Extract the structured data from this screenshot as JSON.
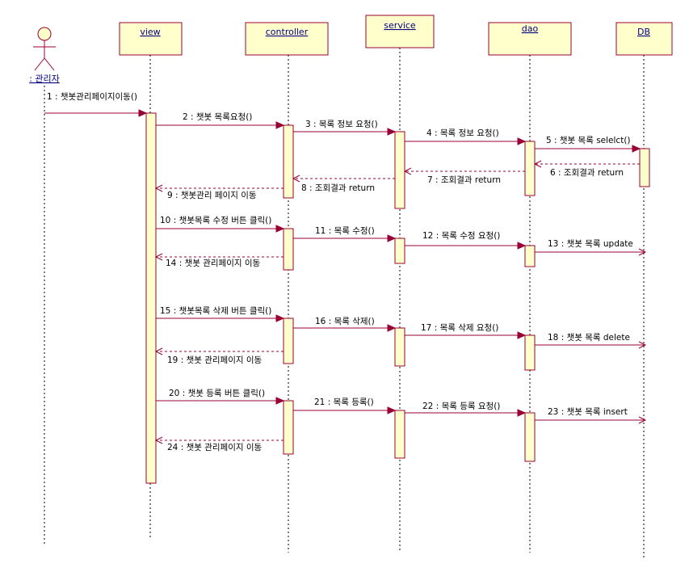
{
  "diagram": {
    "actor": {
      "name": ": 관리자"
    },
    "participants": [
      {
        "id": "view",
        "name": "view"
      },
      {
        "id": "controller",
        "name": "controller"
      },
      {
        "id": "service",
        "name": "service"
      },
      {
        "id": "dao",
        "name": "dao"
      },
      {
        "id": "db",
        "name": "DB"
      }
    ],
    "messages": [
      {
        "label": "1 : 챗봇관리페이지이동()"
      },
      {
        "label": "2 : 챗봇 목록요청()"
      },
      {
        "label": "3 : 목록 정보 요청()"
      },
      {
        "label": "4 : 목록 정보 요청()"
      },
      {
        "label": "5 : 챗봇 목록 selelct()"
      },
      {
        "label": "6 : 조회결과 return"
      },
      {
        "label": "7 : 조회결과 return"
      },
      {
        "label": "8 : 조회결과 return"
      },
      {
        "label": "9 : 챗봇관리 페이지 이동"
      },
      {
        "label": "10 : 챗봇목록 수정 버튼 클릭()"
      },
      {
        "label": "11 : 목록 수정()"
      },
      {
        "label": "12 : 목록 수정 요청()"
      },
      {
        "label": "13 : 챗봇 목록 update"
      },
      {
        "label": "14 : 챗봇 관리페이지 이동"
      },
      {
        "label": "15 : 챗봇목록 삭제 버튼 클릭()"
      },
      {
        "label": "16 : 목록 삭제()"
      },
      {
        "label": "17 : 목록 삭제 요청()"
      },
      {
        "label": "18 : 챗봇 목록 delete"
      },
      {
        "label": "19 : 챗봇 관리페이지 이동"
      },
      {
        "label": "20 : 챗봇 등록 버튼 클릭()"
      },
      {
        "label": "21 : 목록 등록()"
      },
      {
        "label": "22 : 목록 등록 요청()"
      },
      {
        "label": "23 : 챗봇 목록 insert"
      },
      {
        "label": "24 : 챗봇 관리페이지 이동"
      }
    ],
    "colors": {
      "box_fill": "#ffffcc",
      "border": "#990033",
      "name_text": "#000080"
    }
  }
}
